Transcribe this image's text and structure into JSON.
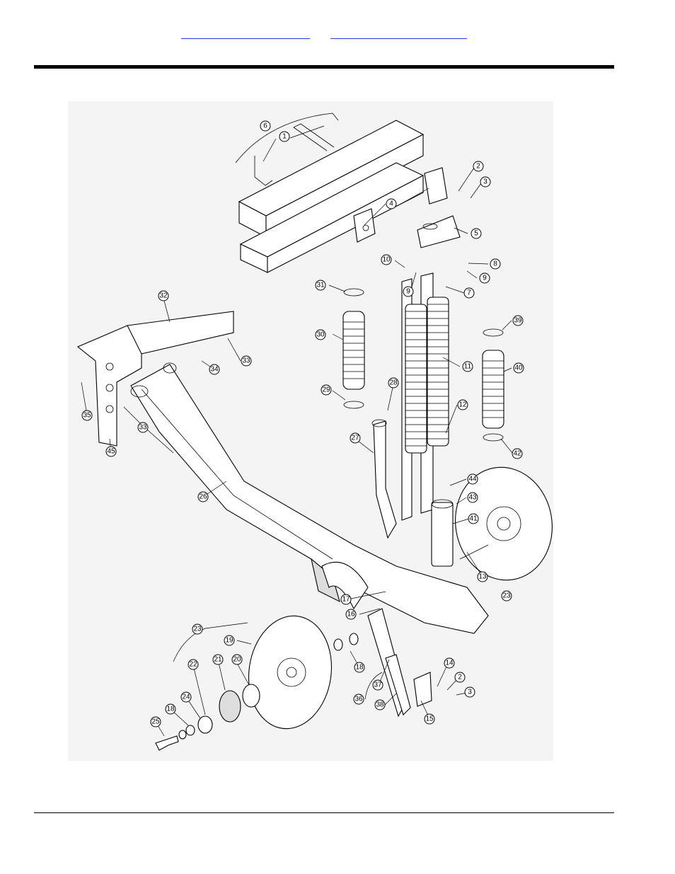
{
  "header": {
    "links": [
      {
        "id": "link1",
        "text": ""
      },
      {
        "id": "link2",
        "text": ""
      }
    ]
  },
  "diagram": {
    "callouts": [
      "1",
      "2",
      "3",
      "4",
      "5",
      "6",
      "7",
      "8",
      "9",
      "10",
      "11",
      "12",
      "13",
      "14",
      "15",
      "16",
      "17",
      "18",
      "19",
      "20",
      "21",
      "22",
      "23",
      "24",
      "25",
      "26",
      "27",
      "28",
      "29",
      "30",
      "31",
      "32",
      "33",
      "34",
      "35",
      "36",
      "37",
      "38",
      "39",
      "40",
      "41",
      "42",
      "43",
      "44",
      "45"
    ]
  }
}
